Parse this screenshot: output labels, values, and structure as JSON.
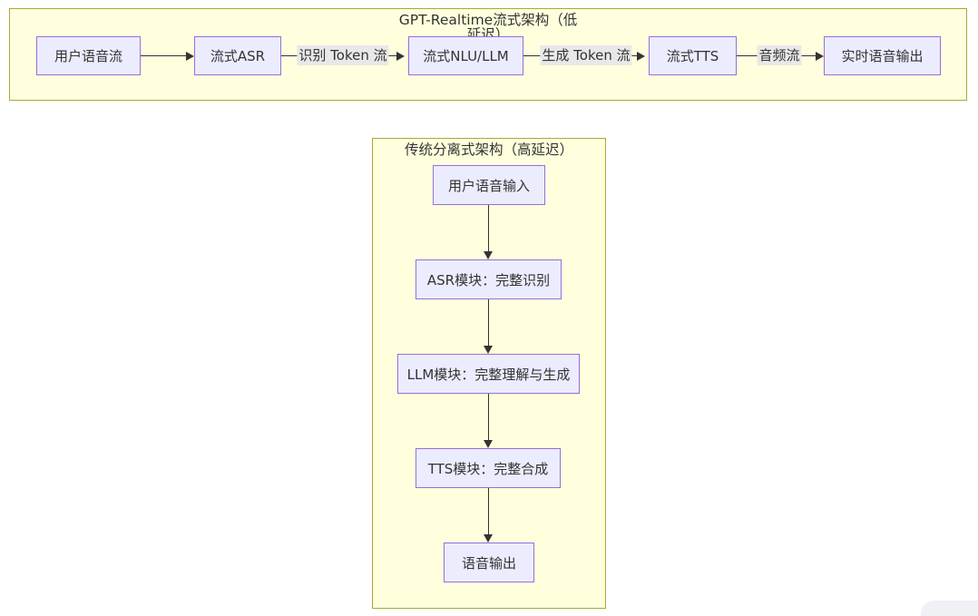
{
  "realtime_flow": {
    "title": "GPT-Realtime流式架构（低\n延迟）",
    "nodes": [
      "用户语音流",
      "流式ASR",
      "流式NLU/LLM",
      "流式TTS",
      "实时语音输出"
    ],
    "edge_labels": [
      "识别 Token 流",
      "生成 Token 流",
      "音频流"
    ]
  },
  "traditional_flow": {
    "title": "传统分离式架构（高延迟）",
    "nodes": [
      "用户语音输入",
      "ASR模块：完整识别",
      "LLM模块：完整理解与生成",
      "TTS模块：完整合成",
      "语音输出"
    ]
  },
  "colors": {
    "cluster_fill": "#ffffde",
    "cluster_border": "#aaaa33",
    "node_fill": "#ececff",
    "node_border": "#9370db",
    "edge": "#333333",
    "edge_label_bg": "#e8e8e8",
    "text": "#333333",
    "corner_widget": "#f0f1f4"
  }
}
